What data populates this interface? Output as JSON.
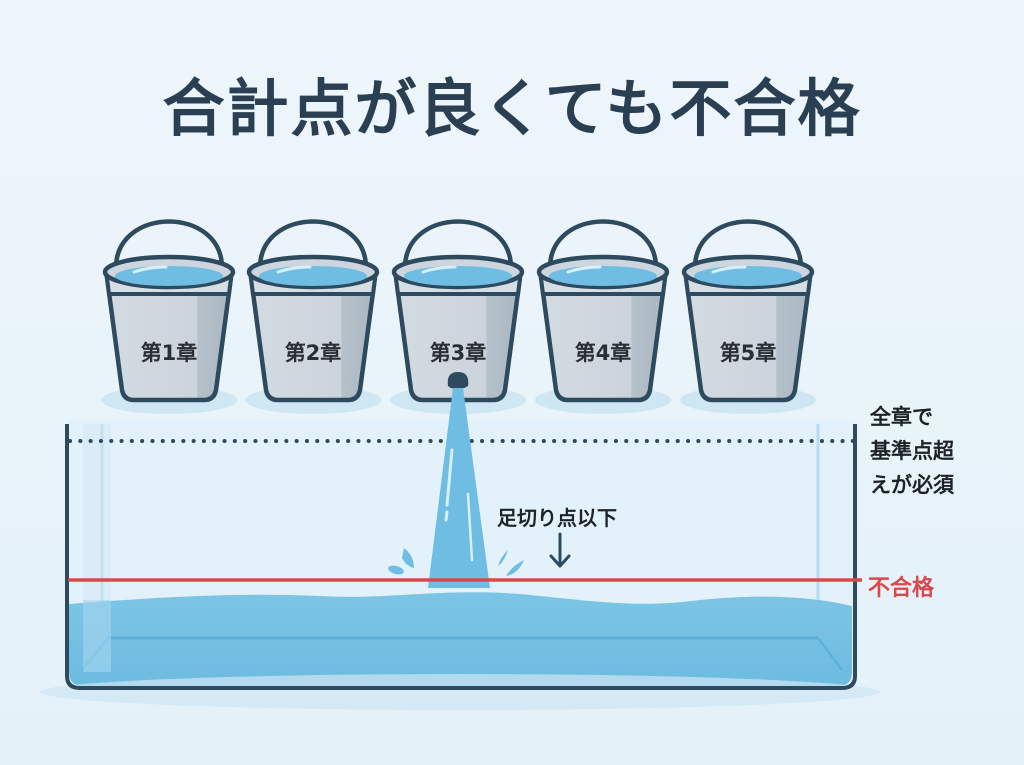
{
  "title": "合計点が良くても不合格",
  "buckets": [
    {
      "label": "第1章",
      "leaking": false
    },
    {
      "label": "第2章",
      "leaking": false
    },
    {
      "label": "第3章",
      "leaking": true
    },
    {
      "label": "第4章",
      "leaking": false
    },
    {
      "label": "第5章",
      "leaking": false
    }
  ],
  "annotations": {
    "threshold_note_lines": [
      "全章で",
      "基準点超",
      "えが必須"
    ],
    "cutoff_label": "足切り点以下",
    "fail_label": "不合格"
  },
  "colors": {
    "title": "#2a4052",
    "outline": "#2d4a5e",
    "water": "#74c1e4",
    "bucket_body": "#c9d3db",
    "fail_line": "#d9484a"
  }
}
